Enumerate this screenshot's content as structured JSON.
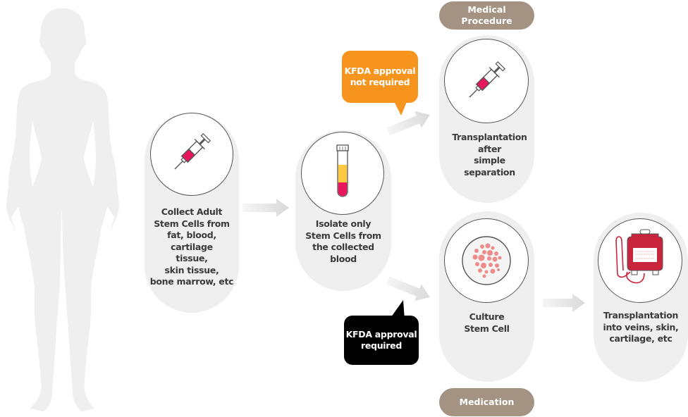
{
  "title": "Stem cell collection and transplantation process",
  "figure": {
    "icon": "human-silhouette-icon"
  },
  "steps": [
    {
      "id": "collect",
      "icon": "syringe-icon",
      "lines": [
        "Collect Adult",
        "Stem Cells from",
        "fat, blood,",
        "cartilage",
        "tissue,",
        "skin tissue,",
        "bone marrow, etc"
      ]
    },
    {
      "id": "isolate",
      "icon": "test-tube-icon",
      "lines": [
        "Isolate only",
        "Stem Cells from",
        "the collected",
        "blood"
      ]
    },
    {
      "id": "simple-transplant",
      "icon": "syringe-icon",
      "lines": [
        "Transplantation",
        "after",
        "simple",
        "separation"
      ]
    },
    {
      "id": "culture",
      "icon": "petri-dish-icon",
      "lines": [
        "Culture",
        "Stem Cell"
      ]
    },
    {
      "id": "vein-transplant",
      "icon": "blood-bag-icon",
      "lines": [
        "Transplantation",
        "into veins, skin,",
        "cartilage, etc"
      ]
    }
  ],
  "tags": {
    "medical_procedure": [
      "Medical",
      "Procedure"
    ],
    "medication": "Medication"
  },
  "callouts": {
    "not_required": {
      "lines": [
        "KFDA approval",
        "not required"
      ],
      "color": "#f7941d"
    },
    "required": {
      "lines": [
        "KFDA approval",
        "required"
      ],
      "color": "#000000"
    }
  },
  "colors": {
    "tag": "#a49383",
    "pill": "#efefef",
    "syringe_fill": "#e8175d",
    "tube_plasma": "#fdc943",
    "blood_bag": "#c8243c",
    "cells": "#ee8c8c"
  }
}
